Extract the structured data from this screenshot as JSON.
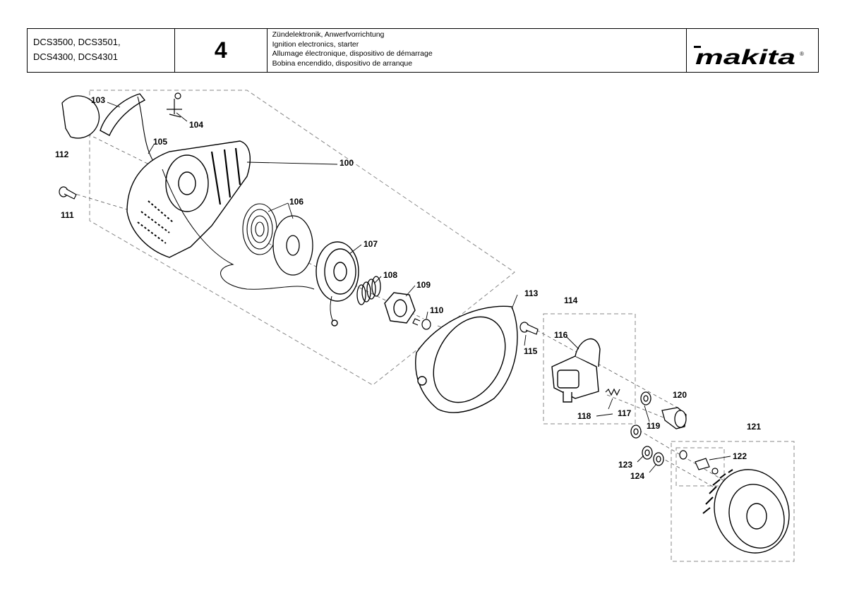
{
  "header": {
    "models_line1": "DCS3500, DCS3501,",
    "models_line2": "DCS4300, DCS4301",
    "sheet_number": "4",
    "title_de": "Zündelektronik, Anwerfvorrichtung",
    "title_en": "Ignition electronics, starter",
    "title_fr": "Allumage électronique, dispositivo de démarrage",
    "title_es": "Bobina encendido, dispositivo de arranque",
    "brand": "makita",
    "brand_mark": "®"
  },
  "part_labels": {
    "p100": "100",
    "p103": "103",
    "p104": "104",
    "p105": "105",
    "p106": "106",
    "p107": "107",
    "p108": "108",
    "p109": "109",
    "p110": "110",
    "p111": "111",
    "p112": "112",
    "p113": "113",
    "p114": "114",
    "p115": "115",
    "p116": "116",
    "p117": "117",
    "p118": "118",
    "p119": "119",
    "p120": "120",
    "p121": "121",
    "p122": "122",
    "p123": "123",
    "p124": "124"
  }
}
